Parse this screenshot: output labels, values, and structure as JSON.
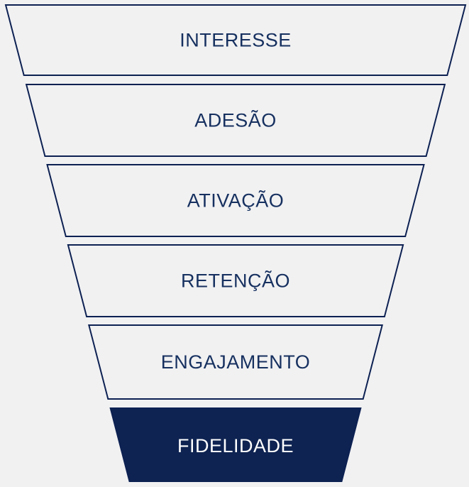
{
  "background_color": "#f1f1f2",
  "funnel": {
    "colors": {
      "outline": "#0d2152",
      "stage_fill": "#f1f1f2",
      "label": "#16305f",
      "highlight_fill": "#0e2351",
      "highlight_label": "#ffffff"
    },
    "stages": [
      {
        "label": "INTERESSE",
        "highlighted": false
      },
      {
        "label": "ADESÃO",
        "highlighted": false
      },
      {
        "label": "ATIVAÇÃO",
        "highlighted": false
      },
      {
        "label": "RETENÇÃO",
        "highlighted": false
      },
      {
        "label": "ENGAJAMENTO",
        "highlighted": false
      },
      {
        "label": "FIDELIDADE",
        "highlighted": true
      }
    ]
  },
  "chart_data": {
    "type": "funnel",
    "categories": [
      "INTERESSE",
      "ADESÃO",
      "ATIVAÇÃO",
      "RETENÇÃO",
      "ENGAJAMENTO",
      "FIDELIDADE"
    ],
    "title": "",
    "layout": "top-wide funnel, 6 stacked trapezoid stages, last stage filled dark navy"
  }
}
